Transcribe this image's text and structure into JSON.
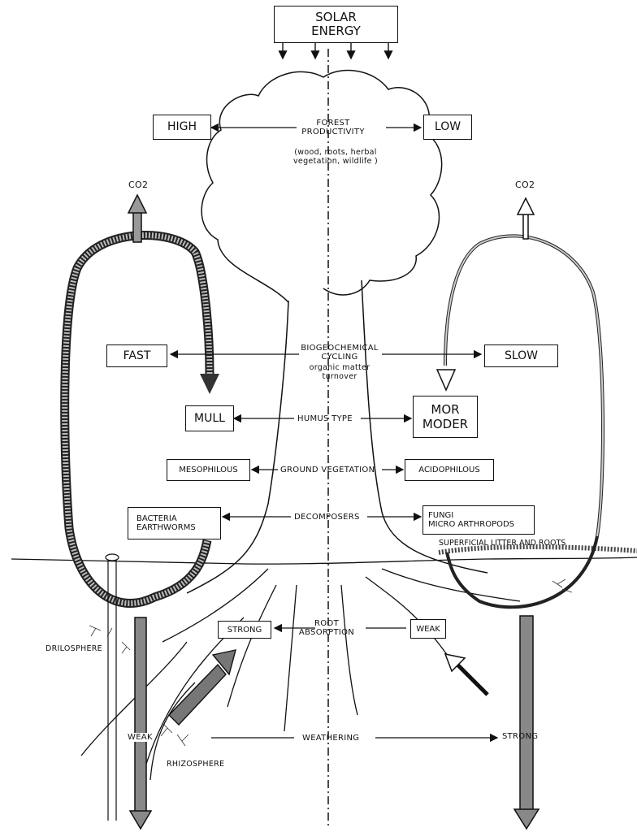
{
  "diagram": {
    "solar": {
      "line1": "SOLAR",
      "line2": "ENERGY"
    },
    "productivity": {
      "high": "HIGH",
      "low": "LOW",
      "title1": "FOREST",
      "title2": "PRODUCTIVITY",
      "sub1": "(wood, roots, herbal",
      "sub2": "vegetation, wildlife )"
    },
    "co2_left": "CO2",
    "co2_right": "CO2",
    "cycling": {
      "fast": "FAST",
      "slow": "SLOW",
      "title1": "BIOGEOCHEMICAL",
      "title2": "CYCLING",
      "sub1": "organic matter",
      "sub2": "turnover"
    },
    "humus": {
      "left": "MULL",
      "label": "HUMUS TYPE",
      "right1": "MOR",
      "right2": "MODER"
    },
    "ground": {
      "left": "MESOPHILOUS",
      "label": "GROUND VEGETATION",
      "right": "ACIDOPHILOUS"
    },
    "decomposers": {
      "left1": "BACTERIA",
      "left2": "EARTHWORMS",
      "label": "DECOMPOSERS",
      "right1": "FUNGI",
      "right2": "MICRO ARTHROPODS"
    },
    "superficial": "SUPERFICIAL LITTER AND ROOTS",
    "root": {
      "left": "STRONG",
      "label1": "ROOT",
      "label2": "ABSORPTION",
      "right": "WEAK"
    },
    "drilosphere": "DRILOSPHERE",
    "weathering": {
      "left": "WEAK",
      "label": "WEATHERING",
      "right": "STRONG"
    },
    "rhizosphere": "RHIZOSPHERE"
  }
}
